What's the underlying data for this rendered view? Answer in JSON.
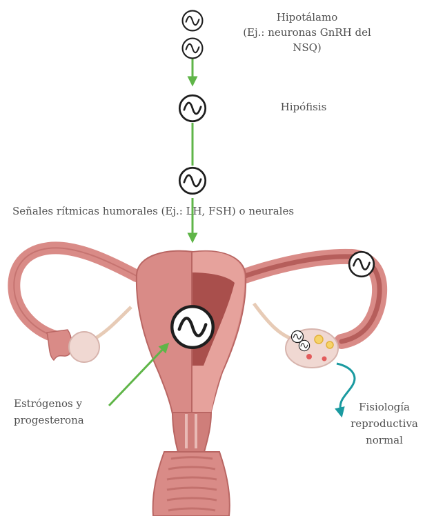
{
  "labels": {
    "hypothalamus": [
      "Hipotálamo",
      "(Ej.: neuronas GnRH del",
      "NSQ)"
    ],
    "pituitary": "Hipófisis",
    "signals": "Señales rítmicas humorales (Ej.: LH, FSH) o neurales",
    "hormones": [
      "Estrógenos y",
      "progesterona"
    ],
    "physiology": [
      "Fisiología",
      "reproductiva",
      "normal"
    ]
  },
  "icons": {
    "oscillator": "sine-wave-clock-icon",
    "organ": "uterus-illustration"
  },
  "colors": {
    "arrow_green": "#5fb548",
    "arrow_teal": "#1a9aa0",
    "uterus_main": "#d98b87",
    "uterus_dark": "#a94f4c",
    "ovary": "#f0d8d2"
  }
}
